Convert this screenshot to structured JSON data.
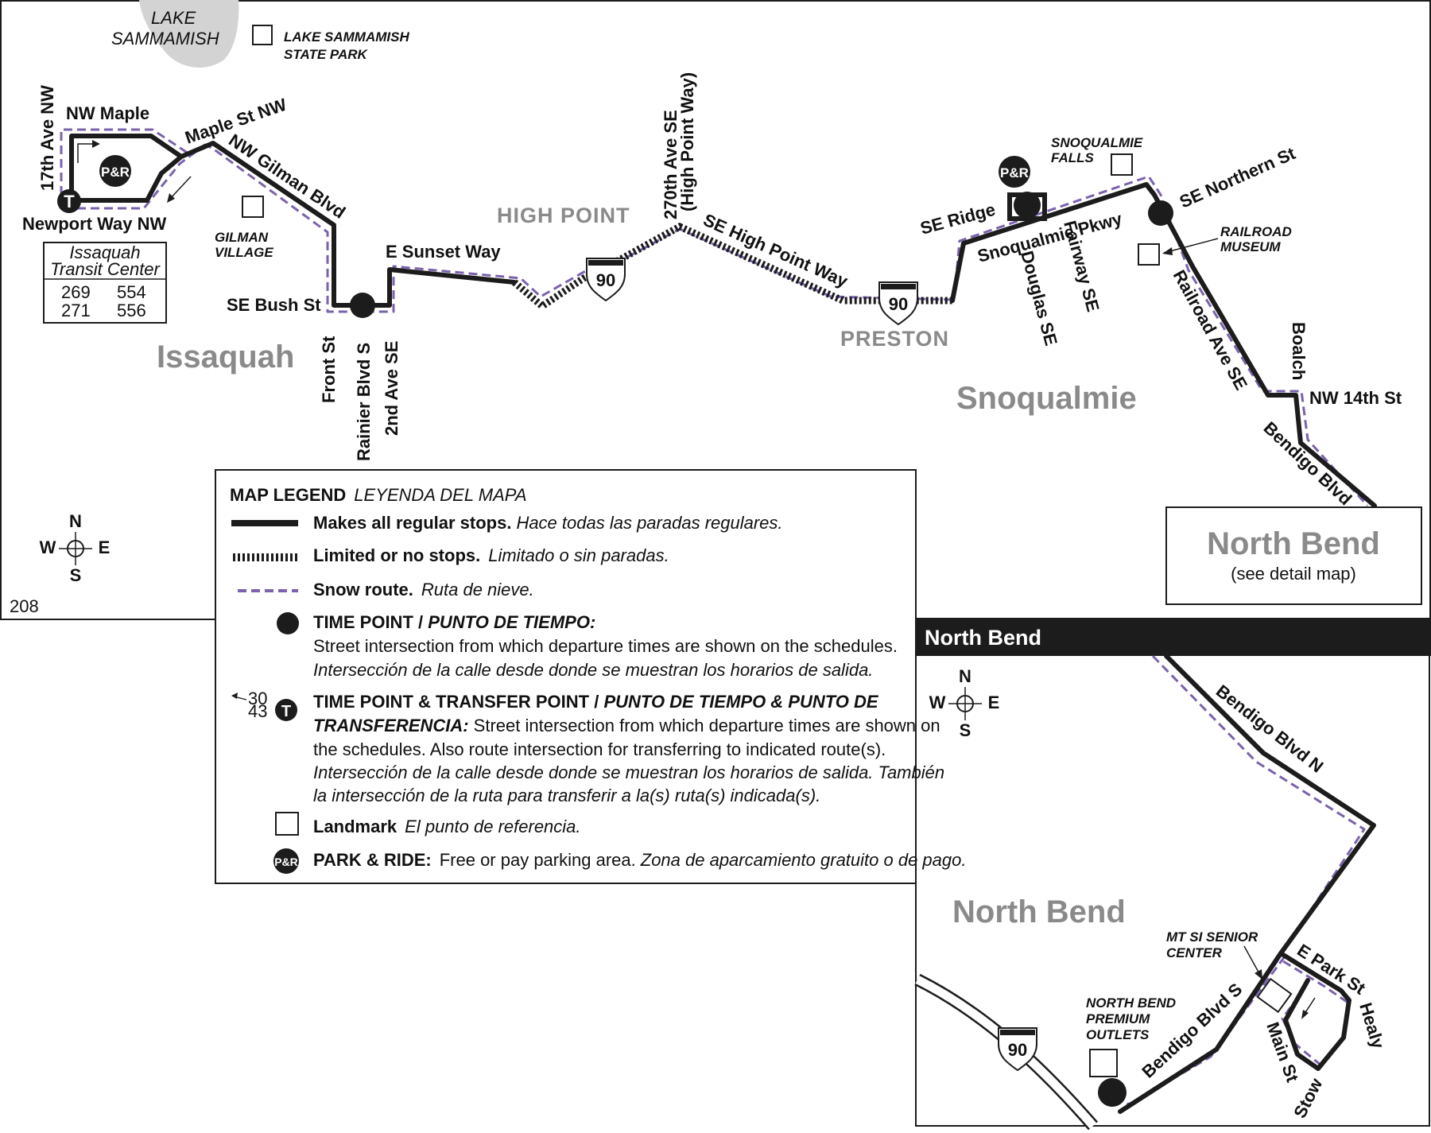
{
  "places": {
    "lake_sammamish": [
      "LAKE",
      "SAMMAMISH"
    ],
    "lake_sammamish_state_park": [
      "LAKE SAMMAMISH",
      "STATE PARK"
    ],
    "gilman_village": [
      "GILMAN",
      "VILLAGE"
    ],
    "snoqualmie_falls": [
      "SNOQUALMIE",
      "FALLS"
    ],
    "railroad_museum": [
      "RAILROAD",
      "MUSEUM"
    ],
    "mt_si_senior_center": [
      "MT SI SENIOR",
      "CENTER"
    ],
    "north_bend_premium_outlets": [
      "NORTH BEND",
      "PREMIUM",
      "OUTLETS"
    ]
  },
  "towns": {
    "issaquah": "Issaquah",
    "high_point": "HIGH POINT",
    "preston": "PRESTON",
    "snoqualmie": "Snoqualmie",
    "north_bend": "North Bend"
  },
  "streets": {
    "ave_17th_nw": "17th Ave NW",
    "nw_maple": "NW Maple",
    "maple_st_nw": "Maple St NW",
    "nw_gilman_blvd": "NW Gilman Blvd",
    "newport_way_nw": "Newport Way NW",
    "se_bush_st": "SE Bush St",
    "front_st": "Front St",
    "rainier_blvd_s": "Rainier Blvd S",
    "ave_2nd_se": "2nd Ave SE",
    "e_sunset_way": "E Sunset Way",
    "ave_270th_se": "270th Ave SE",
    "high_point_way_paren": "(High Point Way)",
    "se_high_point_way": "SE High Point Way",
    "se_ridge": "SE Ridge",
    "snoqualmie_pkwy": "Snoqualmie Pkwy",
    "douglas_se": "Douglas SE",
    "fairway_se": "Fairway SE",
    "se_northern_st": "SE Northern St",
    "railroad_ave_se": "Railroad Ave SE",
    "boalch": "Boalch",
    "nw_14th_st": "NW 14th St",
    "bendigo_blvd": "Bendigo Blvd",
    "bendigo_blvd_n": "Bendigo Blvd N",
    "bendigo_blvd_s": "Bendigo Blvd S",
    "e_park_st": "E Park St",
    "healy": "Healy",
    "main_st": "Main St",
    "stow": "Stow"
  },
  "transit_center": {
    "title": [
      "Issaquah",
      "Transit Center"
    ],
    "routes": [
      "269",
      "554",
      "271",
      "556"
    ]
  },
  "symbols": {
    "park_ride": "P&R",
    "transfer": "T",
    "interstate": "90"
  },
  "compass": {
    "n": "N",
    "s": "S",
    "e": "E",
    "w": "W"
  },
  "page_number": "208",
  "north_bend_box": {
    "title": "North Bend",
    "subtitle": "(see detail map)"
  },
  "inset_header": "North Bend",
  "legend": {
    "title": "MAP LEGEND",
    "title_es": "LEYENDA DEL MAPA",
    "regular": {
      "label": "Makes all regular stops.",
      "es": "Hace todas las paradas regulares."
    },
    "limited": {
      "label": "Limited or no stops.",
      "es": "Limitado o sin paradas."
    },
    "snow": {
      "label": "Snow route.",
      "es": "Ruta de nieve."
    },
    "time_point": {
      "label": "TIME POINT / ",
      "label_es": "PUNTO DE TIEMPO:",
      "desc": "Street intersection from which departure times are shown on the schedules.",
      "desc_es": "Intersección de la calle desde donde se muestran los horarios de salida."
    },
    "transfer_point": {
      "routes": [
        "30",
        "43"
      ],
      "label": "TIME POINT & TRANSFER POINT / ",
      "label_es_1": "PUNTO DE TIEMPO & PUNTO DE",
      "label_es_2": "TRANSFERENCIA:",
      "desc_1": " Street intersection from which departure times are shown on",
      "desc_2": "the schedules. Also route intersection for transferring to indicated route(s).",
      "desc_es_1": "Intersección de la calle desde donde se muestran los horarios de salida. También",
      "desc_es_2": "la intersección de la ruta para transferir a la(s) ruta(s) indicada(s)."
    },
    "landmark": {
      "label": "Landmark",
      "es": "El punto de referencia."
    },
    "park_ride": {
      "label": "PARK & RIDE:",
      "desc": "Free or pay parking area.",
      "es": "Zona de aparcamiento gratuito o de pago."
    }
  },
  "colors": {
    "route": "#1c1c1c",
    "snow_route": "#7b62ad",
    "town_label": "#8a8a8a",
    "lake": "#d3d3d3"
  }
}
